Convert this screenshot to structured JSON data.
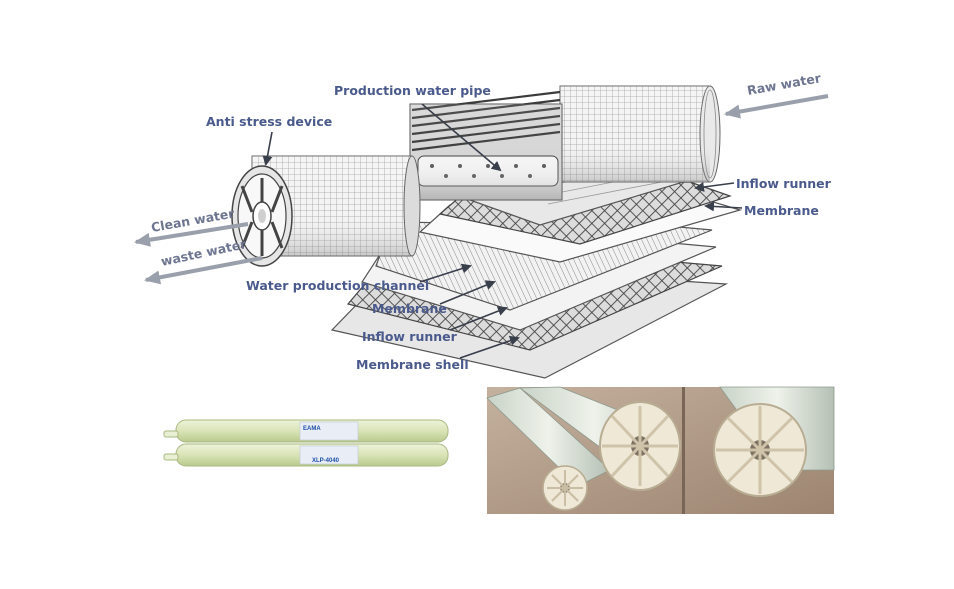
{
  "labels": {
    "production_water_pipe": "Production water pipe",
    "anti_stress_device": "Anti stress device",
    "raw_water": "Raw water",
    "inflow_runner_top": "Inflow runner",
    "membrane_top": "Membrane",
    "clean_water": "Clean water",
    "waste_water": "waste water",
    "water_production_channel": "Water production channel",
    "membrane_mid": "Membrane",
    "inflow_runner_bottom": "Inflow runner",
    "membrane_shell": "Membrane shell"
  },
  "product_photo": {
    "brand": "EAMA",
    "model": "XLP-4040"
  },
  "colors": {
    "label": "#4a5a8c",
    "arrow_dark": "#3a3f4c",
    "arrow_grey": "#9aa0ab",
    "membrane_module": "#dfe8c8",
    "photo_bg": "#b19883"
  }
}
